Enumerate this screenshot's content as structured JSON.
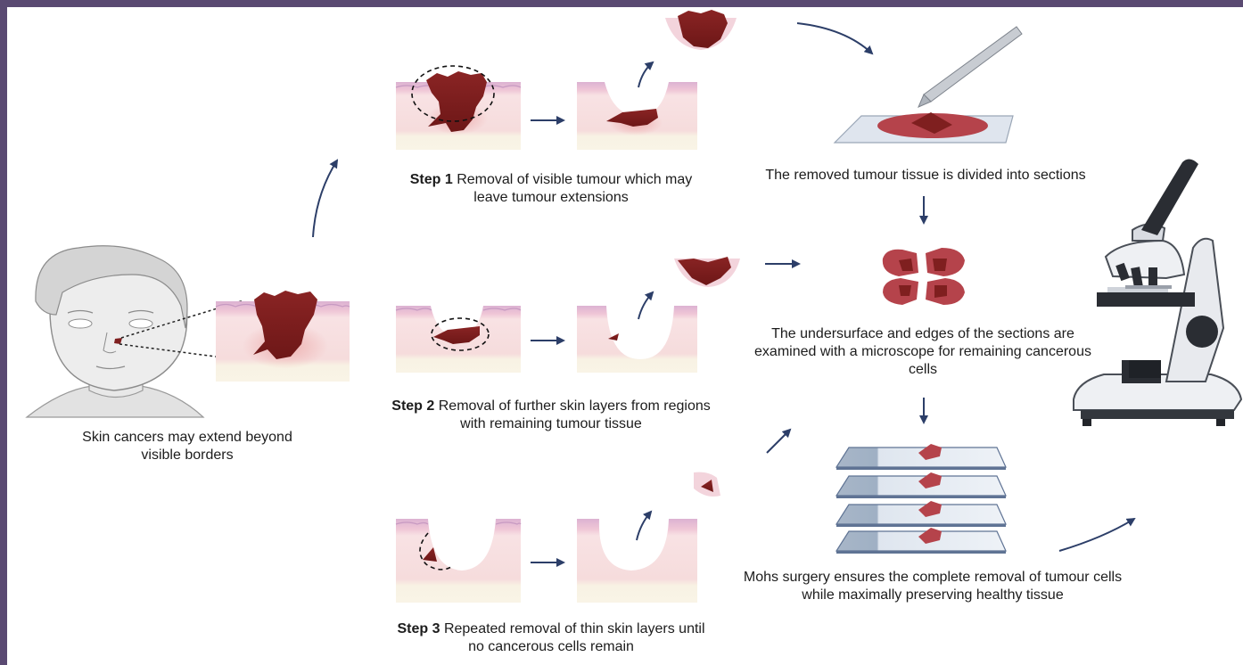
{
  "captions": {
    "face": "Skin cancers may extend beyond visible borders",
    "step1_label": "Step 1",
    "step1_text": "Removal of visible tumour which may leave tumour extensions",
    "step2_label": "Step 2",
    "step2_text": "Removal of further skin layers from regions with remaining tumour tissue",
    "step3_label": "Step 3",
    "step3_text": "Repeated removal of thin skin layers until no cancerous cells remain",
    "sections": "The removed tumour tissue is divided into sections",
    "microscope": "The undersurface and edges of the sections are examined with a microscope for remaining cancerous cells",
    "mohs": "Mohs surgery ensures the complete removal of tumour cells while maximally preserving healthy tissue"
  },
  "colors": {
    "frame": "#5a4a72",
    "tumour": "#7f1f1f",
    "skin_top": "#e8b9d1",
    "skin_mid": "#f6dede",
    "skin_base": "#f8f1e1",
    "arrow": "#2c3e68"
  }
}
